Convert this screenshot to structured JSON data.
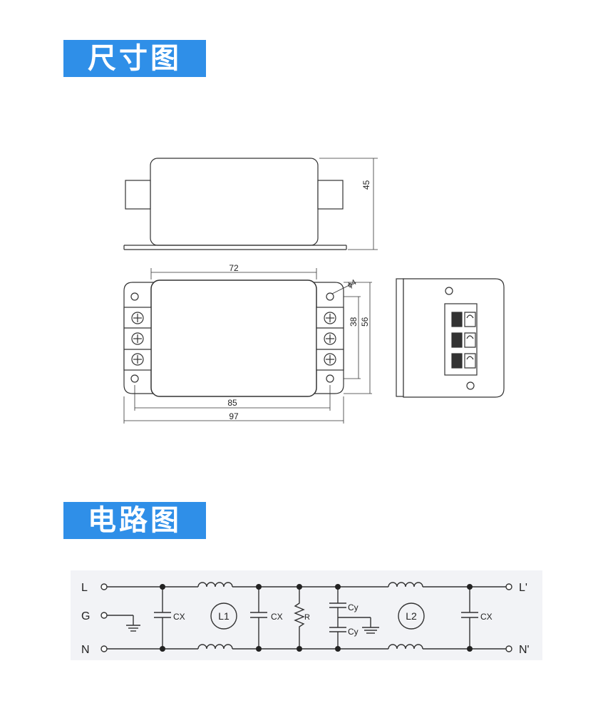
{
  "sections": {
    "dimensions_title": "尺寸图",
    "circuit_title": "电路图"
  },
  "dimensions": {
    "height": "45",
    "body_width": "72",
    "hole": "ϕ4",
    "terminal_pitch": "38",
    "mount_height": "56",
    "hole_spacing": "85",
    "overall_width": "97"
  },
  "circuit": {
    "input_l": "L",
    "input_g": "G",
    "input_n": "N",
    "output_l": "L'",
    "output_n": "N'",
    "cx": "CX",
    "cy": "Cy",
    "r": "R",
    "l1": "L1",
    "l2": "L2"
  },
  "colors": {
    "accent": "#2f8fe8",
    "line": "#333333"
  }
}
